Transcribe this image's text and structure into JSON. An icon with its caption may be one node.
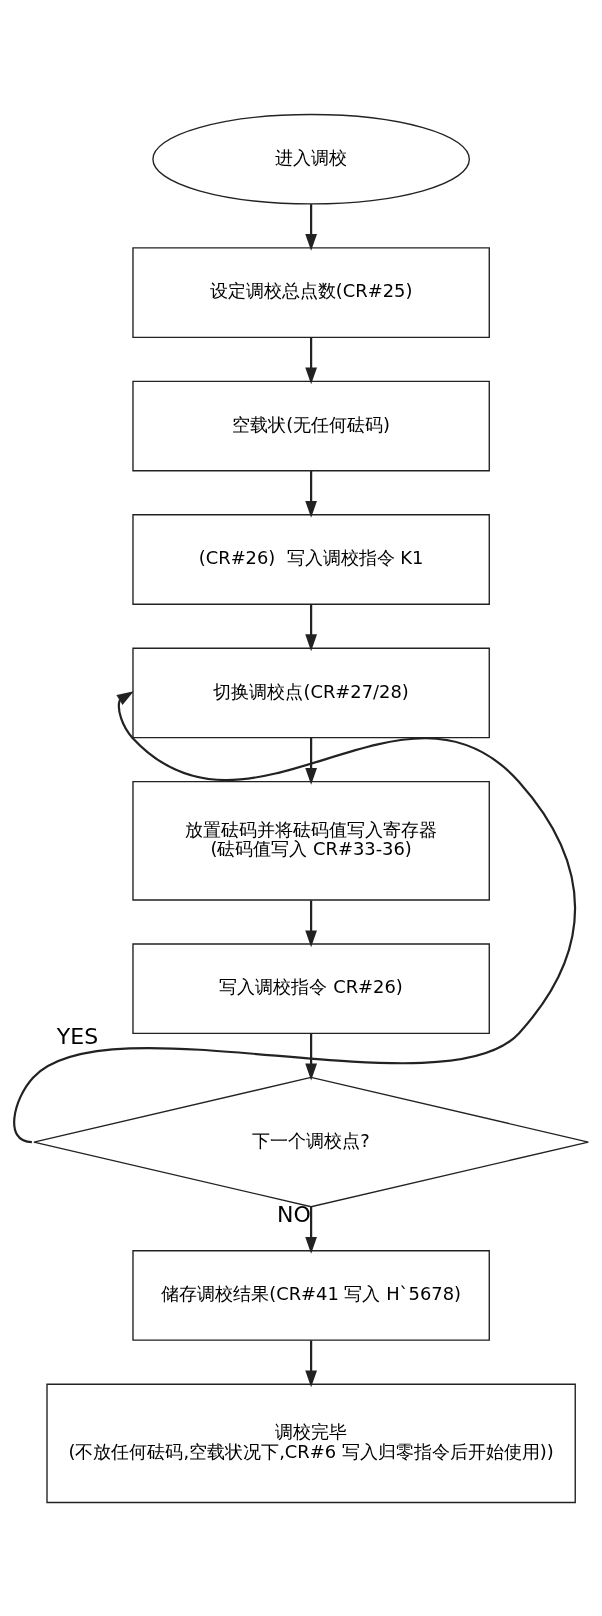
{
  "diagram": {
    "nodes": [
      {
        "text": [
          "进入调校"
        ]
      },
      {
        "text": [
          "设定调校总点数(CR#25)"
        ]
      },
      {
        "text": [
          "空载状(无任何砝码)"
        ]
      },
      {
        "text": [
          "(CR#26)  写入调校指令 K1"
        ]
      },
      {
        "text": [
          "切换调校点(CR#27/28)"
        ]
      },
      {
        "text": [
          "放置砝码并将砝码值写入寄存器",
          "(砝码值写入 CR#33-36)"
        ]
      },
      {
        "text": [
          "写入调校指令 CR#26)"
        ]
      },
      {
        "text": [
          "下一个调校点?"
        ]
      },
      {
        "text": [
          "储存调校结果(CR#41 写入 H`5678)"
        ]
      },
      {
        "text": [
          "调校完毕",
          "(不放任何砝码,空载状况下,CR#6 写入归零指令后开始使用))"
        ]
      }
    ],
    "edges": [
      {
        "from": 0,
        "to": 1,
        "arrow": "to"
      },
      {
        "from": 1,
        "to": 2,
        "arrow": "to"
      },
      {
        "from": 2,
        "to": 3,
        "arrow": "to"
      },
      {
        "from": 3,
        "to": 4,
        "arrow": "to"
      },
      {
        "from": 4,
        "to": 5,
        "arrow": "to"
      },
      {
        "from": 5,
        "to": 6,
        "arrow": "to"
      },
      {
        "from": 6,
        "to": 7,
        "arrow": "to"
      },
      {
        "from": 7,
        "to": 4,
        "arrow": "to",
        "label": "YES"
      },
      {
        "from": 7,
        "to": 8,
        "arrow": "to",
        "label": "NO"
      },
      {
        "from": 8,
        "to": 9,
        "arrow": "to"
      }
    ]
  }
}
